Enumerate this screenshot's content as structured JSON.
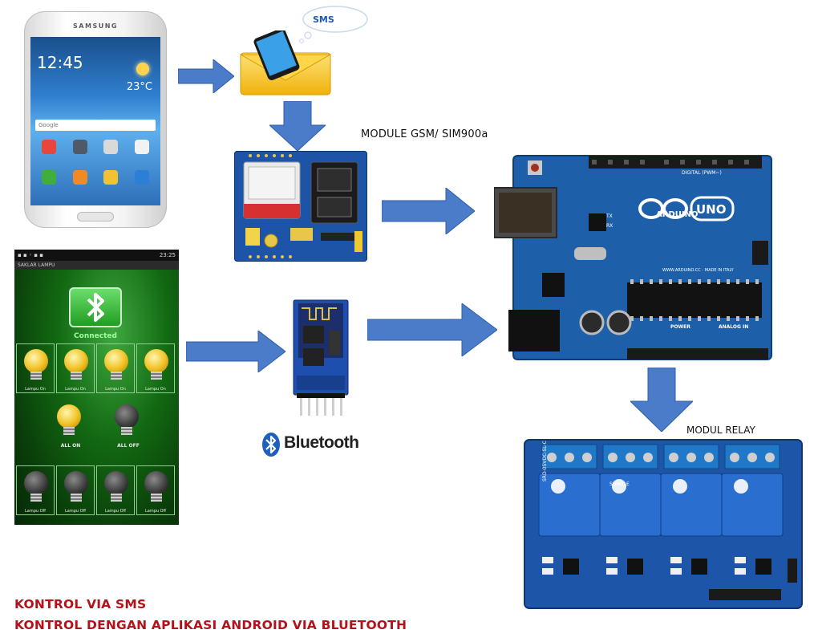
{
  "diagram": {
    "labels": {
      "gsm_module": "MODULE GSM/ SIM900a",
      "relay_module": "MODUL RELAY",
      "bluetooth_brand": "Bluetooth",
      "sms_bubble": "SMS"
    },
    "captions": [
      "KONTROL VIA SMS",
      "KONTROL DENGAN APLIKASI ANDROID VIA BLUETOOTH"
    ],
    "phone": {
      "brand": "SAMSUNG",
      "clock": "12:45",
      "temperature": "23°C",
      "search_hint": "Google"
    },
    "android_app": {
      "status_time": "23:25",
      "title": "SAKLAR LAMPU",
      "connection_status": "Connected",
      "lamp_on_label": "Lampu On",
      "lamp_off_label": "Lampu Off",
      "all_on_label": "ALL ON",
      "all_off_label": "ALL OFF"
    },
    "arduino": {
      "brand": "ARDUINO",
      "model": "UNO",
      "digital_header": "DIGITAL (PWM~)",
      "power_header": "POWER",
      "analog_header": "ANALOG IN",
      "tx_label": "TX",
      "rx_label": "RX",
      "site": "WWW.ARDUINO.CC - MADE IN ITALY"
    },
    "relay": {
      "relay_text": "SRD-05VDC-SL-C",
      "brand": "SONGLE"
    },
    "colors": {
      "arrow": "#4a7cc9",
      "caption": "#b3121b",
      "board_blue": "#1d5fa8"
    }
  }
}
